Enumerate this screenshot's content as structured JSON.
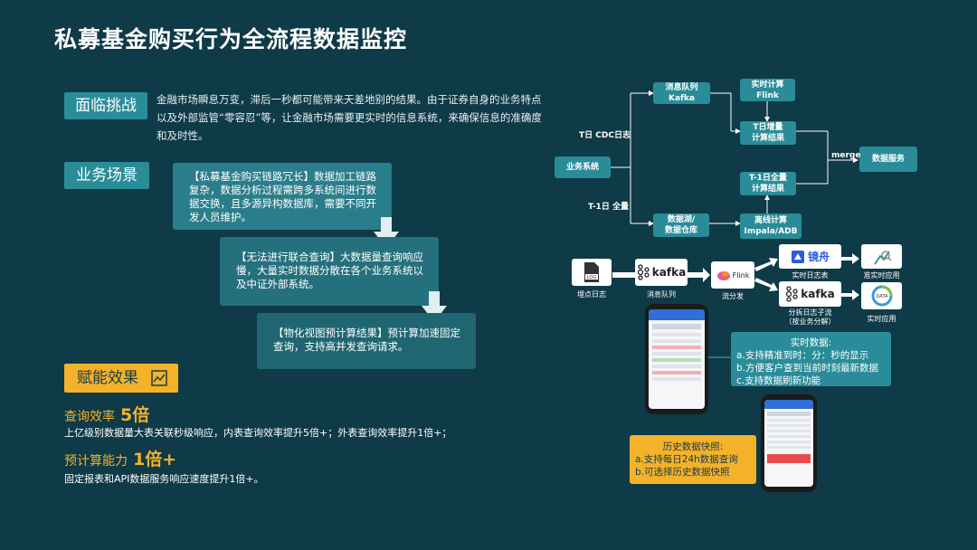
{
  "title": "私募基金购买行为全流程数据监控",
  "challenge": {
    "tag": "面临挑战",
    "text": "金融市场瞬息万变，滞后一秒都可能带来天差地别的结果。由于证券自身的业务特点以及外部监管“零容忍”等，让金融市场需要更实时的信息系统，来确保信息的准确度和及时性。"
  },
  "scenario": {
    "tag": "业务场景",
    "cards": [
      "【私募基金购买链路冗长】数据加工链路复杂，数据分析过程需跨多系统间进行数据交换，且多源异构数据库，需要不同开发人员维护。",
      "【无法进行联合查询】大数据量查询响应慢，大量实时数据分散在各个业务系统以及中证外部系统。",
      "【物化视图预计算结果】预计算加速固定查询，支持高并发查询请求。"
    ]
  },
  "value": {
    "tag": "赋能效果",
    "tag_icon": "chart-icon",
    "metrics": [
      {
        "label": "查询效率",
        "value": "5倍",
        "desc": "上亿级别数据量大表关联秒级响应，内表查询效率提升5倍+；外表查询效率提升1倍+；"
      },
      {
        "label": "预计算能力",
        "value": "1倍+",
        "desc": "固定报表和API数据服务响应速度提升1倍+。"
      }
    ]
  },
  "diagram": {
    "nodes": {
      "biz": "业务系统",
      "kafka_q": "消息队列\nKafka",
      "rt_compute": "实时计算\nFlink",
      "t_inc": "T日增量\n计算结果",
      "t1_full": "T-1日全量\n计算结果",
      "lake": "数据湖/\n数据仓库",
      "offline": "离线计算\nImpala/ADB",
      "service": "数据服务"
    },
    "edge_labels": {
      "cdc": "T日 CDC日志",
      "full": "T-1日 全量",
      "merge": "merge"
    }
  },
  "pipeline": {
    "log_caption": "埋点日志",
    "log_icon": "LOG",
    "kafka_caption": "消息队列",
    "kafka_text": "kafka",
    "flink_caption": "流分发",
    "flink_text": "Flink",
    "rt_table_caption": "实时日志表",
    "rt_table_brand": "镜舟",
    "split_caption": "分拆日志子流\n（按业务分解）",
    "split_text": "kafka",
    "quasi_rt_caption": "准实时应用",
    "rt_app_caption": "实时应用",
    "rt_app_icon": "DATA"
  },
  "realtime_info": {
    "title": "实时数据:",
    "lines": [
      "a.支持精准到时：分：秒的显示",
      "b.方便客户查到当前时刻最新数据",
      "c.支持数据刷新功能"
    ]
  },
  "history_info": {
    "title": "历史数据快照:",
    "lines": [
      "a.支持每日24h数据查询",
      "b.可选择历史数据快照"
    ]
  },
  "colors": {
    "background": "#0f3a47",
    "accent": "#2a8c99",
    "highlight": "#f3b22a"
  }
}
